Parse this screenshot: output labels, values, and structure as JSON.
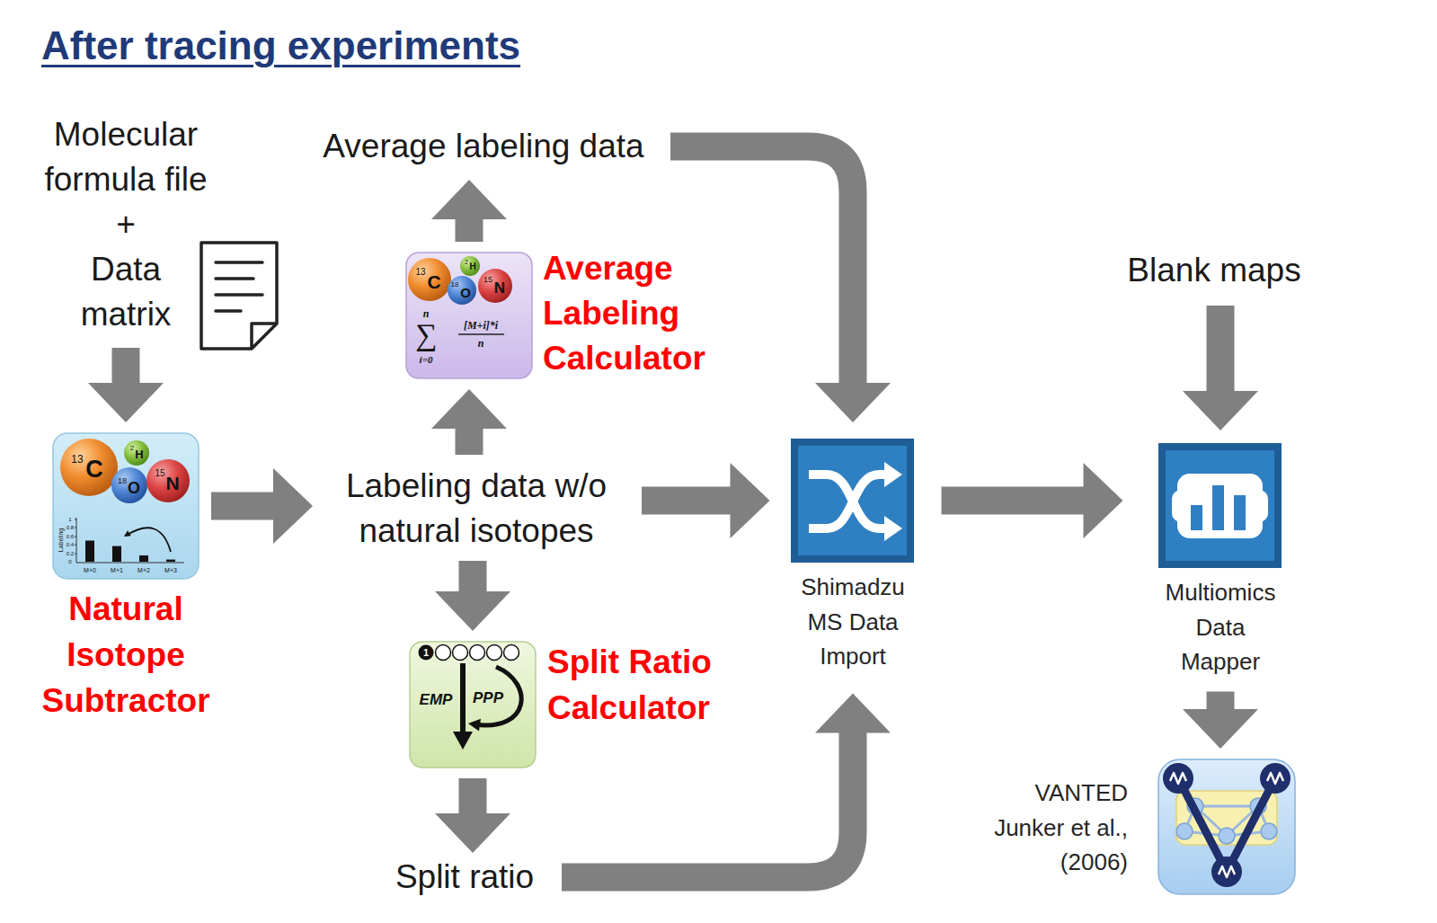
{
  "diagram": {
    "title": "After tracing experiments",
    "nodes": [
      {
        "text": [
          "Molecular formula file",
          "+",
          "Data matrix"
        ]
      },
      {
        "text": [
          "Natural Isotope Subtractor"
        ]
      },
      {
        "text": [
          "Average labeling data"
        ]
      },
      {
        "text": [
          "Average Labeling Calculator"
        ]
      },
      {
        "text": [
          "Labeling data w/o natural isotopes"
        ]
      },
      {
        "text": [
          "Split Ratio Calculator"
        ]
      },
      {
        "text": [
          "Split ratio"
        ]
      },
      {
        "text": [
          "Shimadzu MS Data Import"
        ]
      },
      {
        "text": [
          "Blank maps"
        ]
      },
      {
        "text": [
          "Multiomics Data Mapper"
        ]
      },
      {
        "text": [
          "VANTED Junker et al., (2006)"
        ]
      }
    ],
    "edges": [
      {
        "from": 0,
        "to": 1,
        "arrow": "to"
      },
      {
        "from": 1,
        "to": 4,
        "arrow": "to"
      },
      {
        "from": 4,
        "to": 3,
        "arrow": "to"
      },
      {
        "from": 3,
        "to": 2,
        "arrow": "to"
      },
      {
        "from": 4,
        "to": 5,
        "arrow": "to"
      },
      {
        "from": 5,
        "to": 6,
        "arrow": "to"
      },
      {
        "from": 2,
        "to": 7,
        "arrow": "to"
      },
      {
        "from": 4,
        "to": 7,
        "arrow": "to"
      },
      {
        "from": 6,
        "to": 7,
        "arrow": "to"
      },
      {
        "from": 7,
        "to": 9,
        "arrow": "to"
      },
      {
        "from": 8,
        "to": 9,
        "arrow": "to"
      },
      {
        "from": 9,
        "to": 10,
        "arrow": "to"
      }
    ],
    "labels": [
      "13",
      "C",
      "2",
      "H",
      "18",
      "O",
      "15",
      "N",
      "1",
      "0.8",
      "0.6",
      "0.4",
      "0.2",
      "0",
      "Labeling",
      "M+0",
      "M+1",
      "M+2",
      "M+3",
      "13",
      "C",
      "2",
      "H",
      "18",
      "O",
      "15",
      "N",
      "n",
      "∑",
      "i=0",
      "[M+i]*i",
      "n",
      "1",
      "EMP",
      "PPP"
    ]
  }
}
